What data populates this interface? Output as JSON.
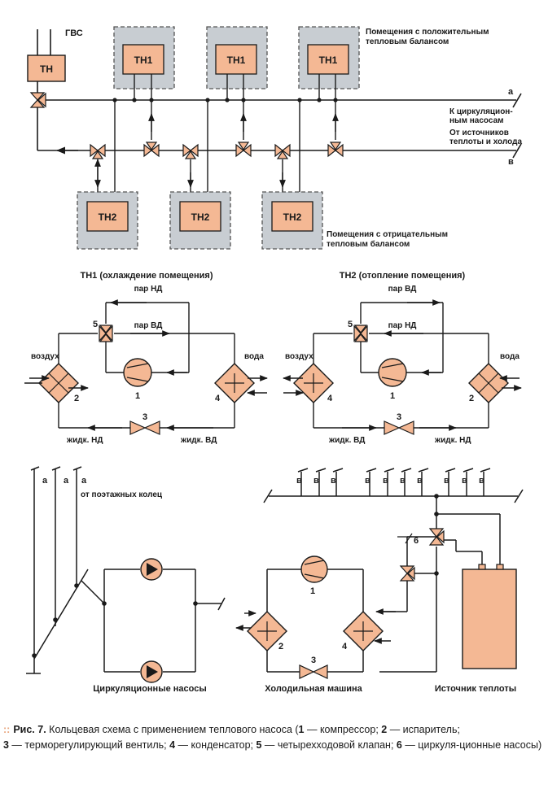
{
  "labels": {
    "gvs": "ГВС",
    "th": "ТН",
    "th1": "ТН1",
    "th2": "ТН2",
    "rooms_positive_1": "Помещения с положительным",
    "rooms_positive_2": "тепловым балансом",
    "rooms_negative_1": "Помещения с отрицательным",
    "rooms_negative_2": "тепловым балансом",
    "line_a": "а",
    "line_v": "в",
    "to_pumps_1": "К циркуляцион-",
    "to_pumps_2": "ным насосам",
    "from_sources_1": "От источников",
    "from_sources_2": "теплоты и холода",
    "cooling_title": "ТН1 (охлаждение помещения)",
    "heating_title": "ТН2 (отопление помещения)",
    "steam_low": "пар НД",
    "steam_high": "пар ВД",
    "air": "воздух",
    "water": "вода",
    "liquid_low": "жидк. НД",
    "liquid_high": "жидк. ВД",
    "n1": "1",
    "n2": "2",
    "n3": "3",
    "n4": "4",
    "n5": "5",
    "n6": "6",
    "from_floor_rings": "от поэтажных колец",
    "circ_pumps": "Циркуляционные насосы",
    "chiller": "Холодильная машина",
    "heat_source": "Источник теплоты"
  },
  "caption": {
    "fig": "Рис. 7.",
    "text_1": " Кольцевая схема с применением теплового насоса (",
    "k1": "1",
    "d1": " — компрессор; ",
    "k2": "2",
    "d2": " — испаритель;",
    "k3": "3",
    "d3": " — терморегулирующий вентиль; ",
    "k4": "4",
    "d4": " — конденсатор; ",
    "k5": "5",
    "d5": " — четырехходовой клапан; ",
    "k6": "6",
    "d6": " — циркуля-ционные насосы)"
  },
  "colors": {
    "unit_fill": "#f4b894",
    "room_fill": "#c8cdd2",
    "tank_fill": "#f4b894",
    "line": "#1a1a1a",
    "accent_dots": "#e8a37a"
  }
}
